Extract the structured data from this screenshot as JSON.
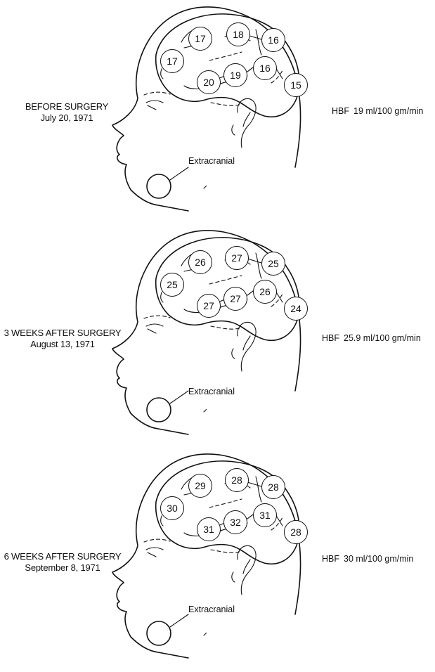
{
  "panels": [
    {
      "condition": "BEFORE SURGERY",
      "date": "July 20, 1971",
      "hbf_prefix": "HBF",
      "hbf_value": "19 ml/100 gm/min",
      "extracranial_label": "Extracranial",
      "regions": [
        {
          "id": "frontal-superior",
          "value": "17"
        },
        {
          "id": "parietal-superior",
          "value": "18"
        },
        {
          "id": "occipital-superior",
          "value": "16"
        },
        {
          "id": "frontal-anterior",
          "value": "17"
        },
        {
          "id": "temporal-anterior",
          "value": "20"
        },
        {
          "id": "temporal-middle",
          "value": "19"
        },
        {
          "id": "parietal-inferior",
          "value": "16"
        },
        {
          "id": "occipital-inferior",
          "value": "15"
        }
      ]
    },
    {
      "condition": "3 WEEKS AFTER SURGERY",
      "date": "August 13, 1971",
      "hbf_prefix": "HBF",
      "hbf_value": "25.9 ml/100 gm/min",
      "extracranial_label": "Extracranial",
      "regions": [
        {
          "id": "frontal-superior",
          "value": "26"
        },
        {
          "id": "parietal-superior",
          "value": "27"
        },
        {
          "id": "occipital-superior",
          "value": "25"
        },
        {
          "id": "frontal-anterior",
          "value": "25"
        },
        {
          "id": "temporal-anterior",
          "value": "27"
        },
        {
          "id": "temporal-middle",
          "value": "27"
        },
        {
          "id": "parietal-inferior",
          "value": "26"
        },
        {
          "id": "occipital-inferior",
          "value": "24"
        }
      ]
    },
    {
      "condition": "6 WEEKS AFTER SURGERY",
      "date": "September 8, 1971",
      "hbf_prefix": "HBF",
      "hbf_value": "30 ml/100 gm/min",
      "extracranial_label": "Extracranial",
      "regions": [
        {
          "id": "frontal-superior",
          "value": "29"
        },
        {
          "id": "parietal-superior",
          "value": "28"
        },
        {
          "id": "occipital-superior",
          "value": "28"
        },
        {
          "id": "frontal-anterior",
          "value": "30"
        },
        {
          "id": "temporal-anterior",
          "value": "31"
        },
        {
          "id": "temporal-middle",
          "value": "32"
        },
        {
          "id": "parietal-inferior",
          "value": "31"
        },
        {
          "id": "occipital-inferior",
          "value": "28"
        }
      ]
    }
  ]
}
